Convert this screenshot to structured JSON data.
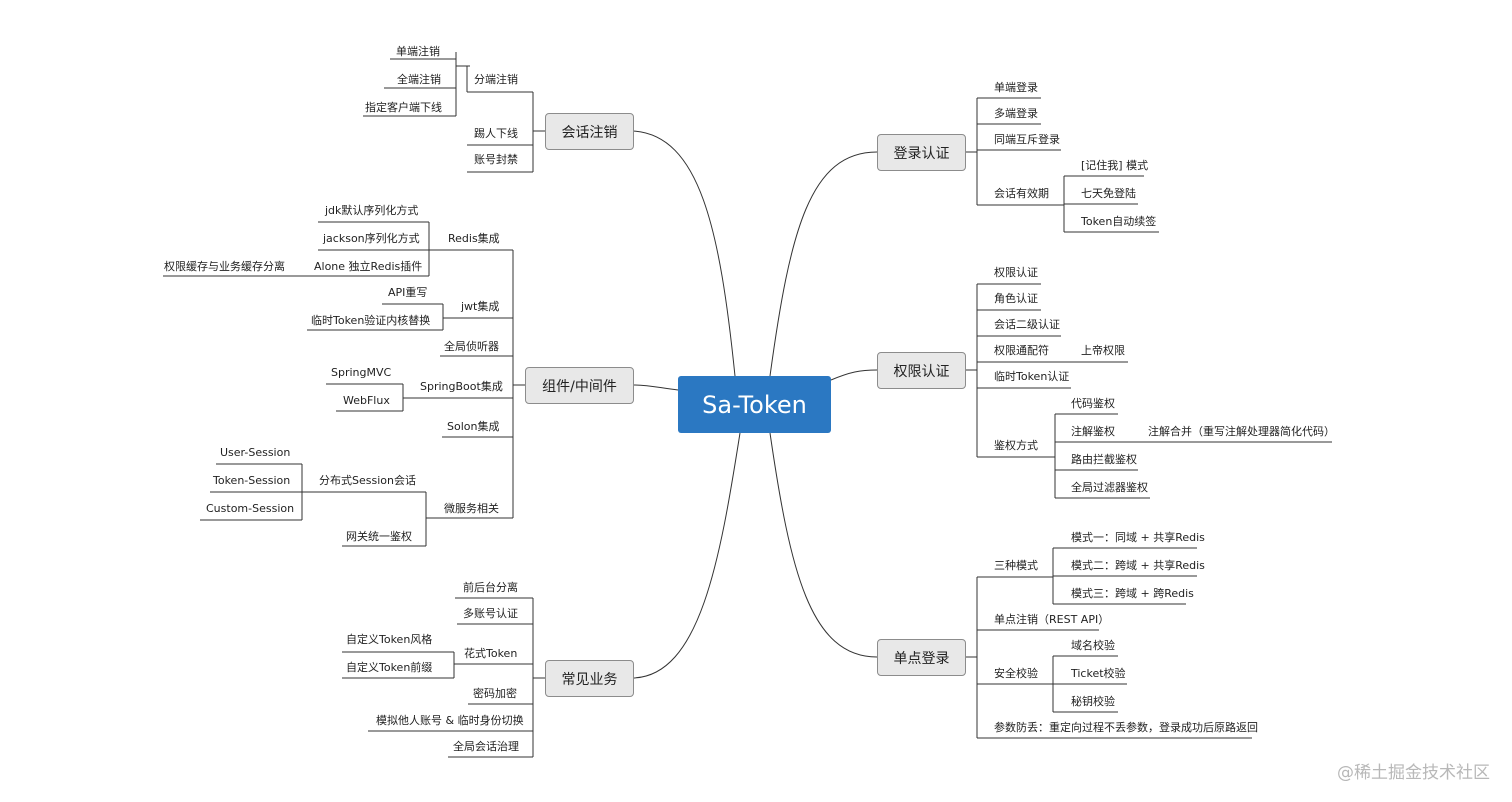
{
  "center": "Sa-Token",
  "watermark": "@稀土掘金技术社区",
  "branches": {
    "session_logout": {
      "title": "会话注销",
      "items": [
        "单端注销",
        "全端注销",
        "指定客户端下线",
        "分端注销",
        "踢人下线",
        "账号封禁"
      ]
    },
    "components": {
      "title": "组件/中间件",
      "items": [
        "jdk默认序列化方式",
        "jackson序列化方式",
        "Alone 独立Redis插件",
        "权限缓存与业务缓存分离",
        "Redis集成",
        "API重写",
        "临时Token验证内核替换",
        "jwt集成",
        "全局侦听器",
        "SpringMVC",
        "WebFlux",
        "SpringBoot集成",
        "Solon集成",
        "User-Session",
        "Token-Session",
        "Custom-Session",
        "分布式Session会话",
        "网关统一鉴权",
        "微服务相关"
      ]
    },
    "common_business": {
      "title": "常见业务",
      "items": [
        "前后台分离",
        "多账号认证",
        "自定义Token风格",
        "自定义Token前缀",
        "花式Token",
        "密码加密",
        "模拟他人账号 & 临时身份切换",
        "全局会话治理"
      ]
    },
    "login_auth": {
      "title": "登录认证",
      "items": [
        "单端登录",
        "多端登录",
        "同端互斥登录",
        "会话有效期",
        "[记住我] 模式",
        "七天免登陆",
        "Token自动续签"
      ]
    },
    "permission_auth": {
      "title": "权限认证",
      "items": [
        "权限认证",
        "角色认证",
        "会话二级认证",
        "权限通配符",
        "上帝权限",
        "临时Token认证",
        "鉴权方式",
        "代码鉴权",
        "注解鉴权",
        "注解合并（重写注解处理器简化代码）",
        "路由拦截鉴权",
        "全局过滤器鉴权"
      ]
    },
    "sso": {
      "title": "单点登录",
      "items": [
        "三种模式",
        "模式一：同域 + 共享Redis",
        "模式二：跨域 + 共享Redis",
        "模式三：跨域 + 跨Redis",
        "单点注销（REST API）",
        "安全校验",
        "域名校验",
        "Ticket校验",
        "秘钥校验",
        "参数防丢：重定向过程不丢参数，登录成功后原路返回"
      ]
    }
  }
}
